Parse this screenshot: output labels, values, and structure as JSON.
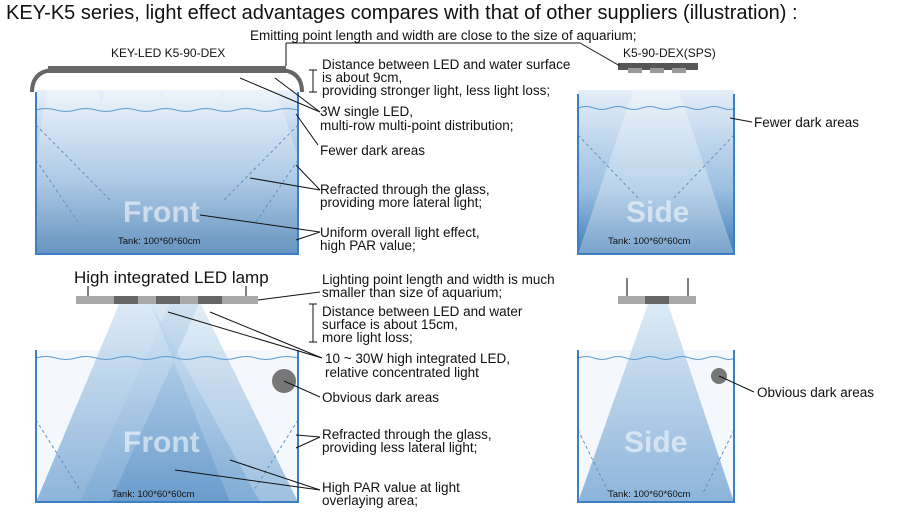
{
  "title": "KEY-K5 series, light effect advantages compares with that of other suppliers (illustration) :",
  "top": {
    "emitting_note": "Emitting point length and width are close to the size of aquarium;",
    "front_lamp_label": "KEY-LED  K5-90-DEX",
    "side_lamp_label": "K5-90-DEX(SPS)",
    "distance_note": [
      "Distance between LED and water surface",
      "is about 9cm,",
      "providing stronger light, less light loss;"
    ],
    "led_note": [
      "3W single LED,",
      "multi-row multi-point distribution;"
    ],
    "dark_front": "Fewer dark areas",
    "dark_side": "Fewer dark areas",
    "refract_note": [
      "Refracted through the glass,",
      "providing more lateral light;"
    ],
    "uniform_note": [
      "Uniform overall light effect,",
      "high PAR value;"
    ],
    "front_watermark": "Front",
    "side_watermark": "Side",
    "tank_front": "Tank: 100*60*60cm",
    "tank_side": "Tank: 100*60*60cm"
  },
  "bottom": {
    "lamp_label": "High integrated LED lamp",
    "point_note": [
      "Lighting point length and width is much",
      "smaller than size of aquarium;"
    ],
    "distance_note": [
      "Distance between LED and water",
      "surface is about 15cm,",
      "more light loss;"
    ],
    "led_note": [
      "10 ~ 30W high integrated LED,",
      "relative concentrated light"
    ],
    "dark_front": "Obvious dark areas",
    "dark_side": "Obvious dark areas",
    "refract_note": [
      "Refracted through the glass,",
      "providing less lateral light;"
    ],
    "par_note": [
      "High PAR value at light",
      "overlaying area;"
    ],
    "front_watermark": "Front",
    "side_watermark": "Side",
    "tank_front": "Tank: 100*60*60cm",
    "tank_side": "Tank: 100*60*60cm"
  },
  "colors": {
    "water_top": "#dbe9f6",
    "water_bottom": "#2f6fae",
    "beam": "#8fb6dc",
    "lamp": "#666666",
    "dark_spot": "#777777"
  }
}
